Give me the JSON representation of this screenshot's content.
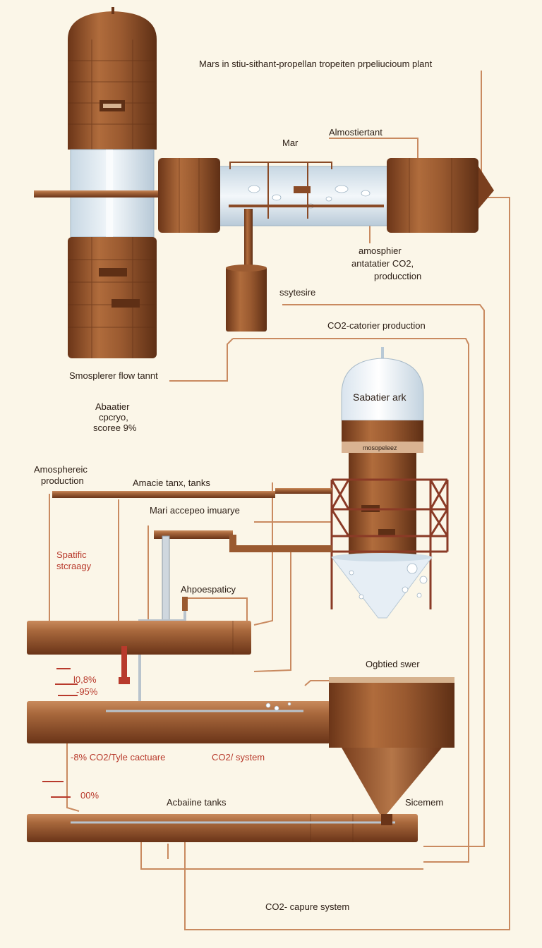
{
  "title": "Mars in stiu-sithant-propellan tropeiten prpeliucioum plant",
  "labels": {
    "mar": "Mar",
    "almostiertant": "Almostiertant",
    "amosphier_l1": "amosphier",
    "amosphier_l2": "antatatier CO2,",
    "amosphier_l3": "producction",
    "systeire": "ssytesire",
    "co2_catorier": "CO2-catorier production",
    "smospherer": "Smosplerer flow tannt",
    "abaatier_l1": "Abaatier",
    "abaatier_l2": "cpcryo,",
    "abaatier_l3": "scoree 9%",
    "sabatier_ark": "Sabatier ark",
    "sabatier_band": "mosopeleez",
    "amosphereic_l1": "Amosphereic",
    "amosphereic_l2": "production",
    "amacie_tanks": "Amacie tanx, tanks",
    "mari_accepeo": "Mari accepeo imuarye",
    "spatific_l1": "Spatific",
    "spatific_l2": "stcraagy",
    "ahpoespaticy": "Ahpoespaticy",
    "ogbtied_sver": "Ogbtied swer",
    "pct_08": "l0,8%",
    "pct_95": "-95%",
    "pct_co2type": "-8% CO2/Tyle cactuare",
    "co2_system": "CO2/ system",
    "pct_00": "00%",
    "acbaiine_tanks": "Acbaiine tanks",
    "sicemem": "Sicemem",
    "co2_capure": "CO2- capure system"
  },
  "colors": {
    "background": "#fbf6e8",
    "copper": "#8a4a26",
    "copper_light": "#b07244",
    "copper_dark": "#5e2f15",
    "glass": "#dde9f2",
    "line": "#c98a60",
    "accent_red": "#b83a2c"
  }
}
